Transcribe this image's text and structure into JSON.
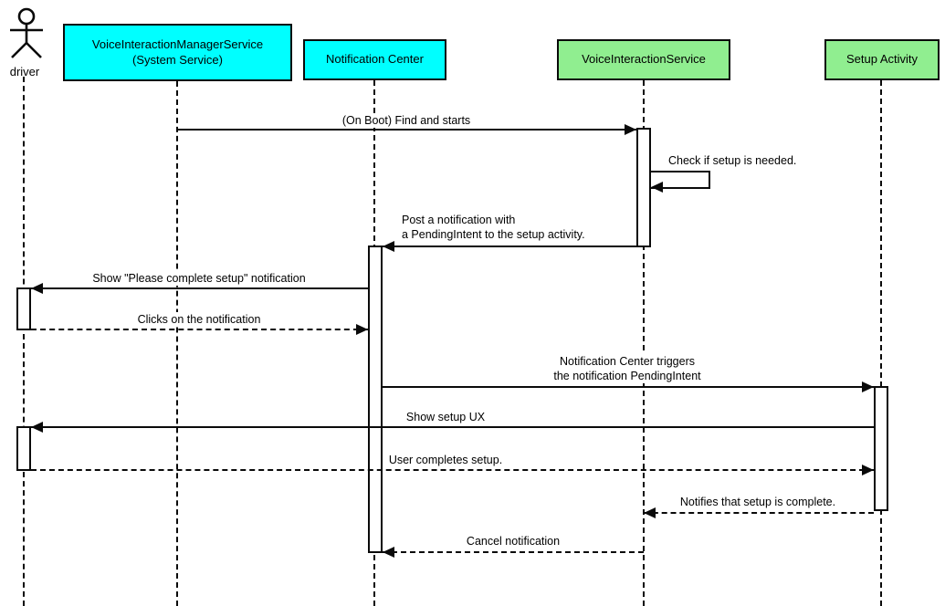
{
  "actor": {
    "label": "driver"
  },
  "participants": [
    {
      "id": "voice-interaction-manager-service",
      "line1": "VoiceInteractionManagerService",
      "line2": "(System Service)",
      "fill": "#00ffff"
    },
    {
      "id": "notification-center",
      "line1": "Notification Center",
      "fill": "#00ffff"
    },
    {
      "id": "voice-interaction-service",
      "line1": "VoiceInteractionService",
      "fill": "#90ee90"
    },
    {
      "id": "setup-activity",
      "line1": "Setup Activity",
      "fill": "#90ee90"
    }
  ],
  "messages": [
    {
      "from": "VoiceInteractionManagerService (System Service)",
      "to": "VoiceInteractionService",
      "style": "solid",
      "label": "(On Boot) Find and starts"
    },
    {
      "from": "VoiceInteractionService",
      "to": "VoiceInteractionService",
      "style": "solid-self",
      "label": "Check if setup is needed."
    },
    {
      "from": "VoiceInteractionService",
      "to": "Notification Center",
      "style": "solid",
      "line1": "Post a notification with",
      "line2": "a PendingIntent to the setup activity."
    },
    {
      "from": "Notification Center",
      "to": "driver",
      "style": "solid",
      "label": "Show \"Please complete setup\" notification"
    },
    {
      "from": "driver",
      "to": "Notification Center",
      "style": "dashed",
      "label": "Clicks on the notification"
    },
    {
      "from": "Notification Center",
      "to": "Setup Activity",
      "style": "solid",
      "line1": "Notification Center triggers",
      "line2": "the notification PendingIntent"
    },
    {
      "from": "Setup Activity",
      "to": "driver",
      "style": "solid",
      "label": "Show setup UX"
    },
    {
      "from": "driver",
      "to": "Setup Activity",
      "style": "dashed",
      "label": "User completes setup."
    },
    {
      "from": "Setup Activity",
      "to": "VoiceInteractionService",
      "style": "dashed",
      "label": "Notifies that setup is complete."
    },
    {
      "from": "VoiceInteractionService",
      "to": "Notification Center",
      "style": "dashed",
      "label": "Cancel notification"
    }
  ],
  "colors": {
    "participant_cyan": "#00ffff",
    "participant_green": "#90ee90",
    "line": "#000000",
    "background": "#ffffff"
  }
}
